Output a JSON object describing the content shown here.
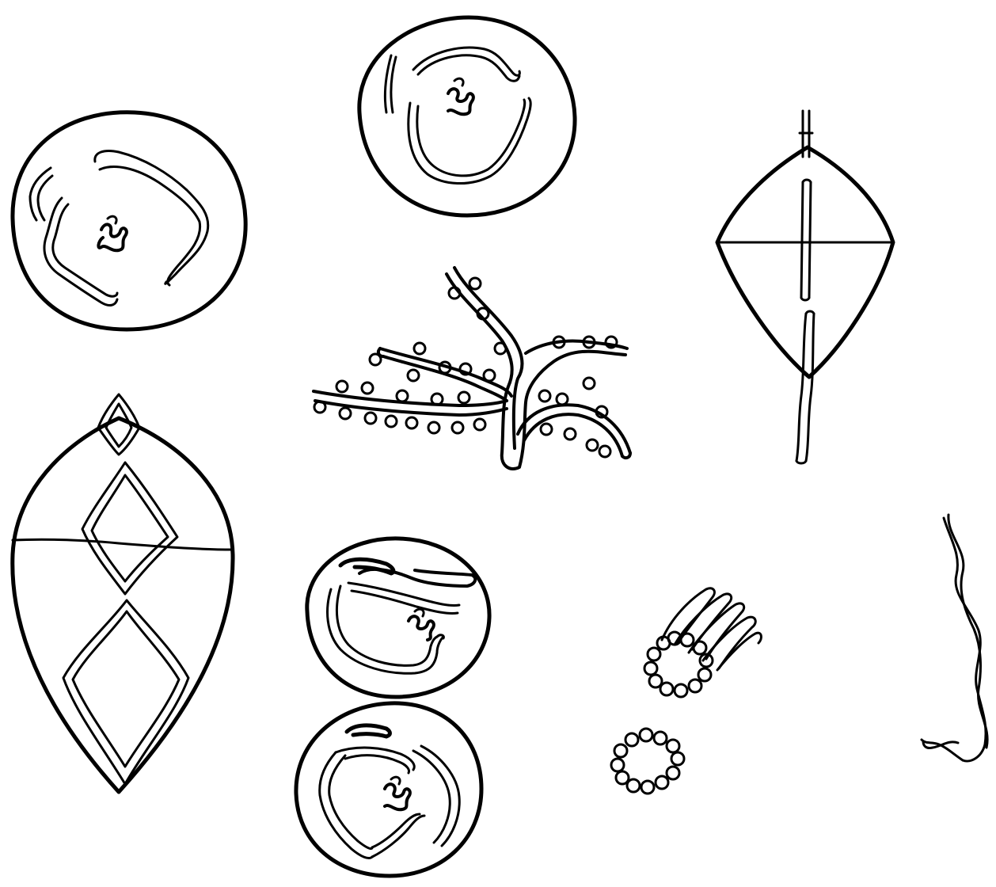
{
  "figure": {
    "ink_color": "#000000",
    "background_color": "#ffffff",
    "panels": [
      {
        "id": "cell-top-left",
        "kind": "round cell with paired threads"
      },
      {
        "id": "cell-top-center",
        "kind": "round cell with paired threads"
      },
      {
        "id": "spindle-right",
        "kind": "spindle with chromatid column"
      },
      {
        "id": "branched-figure",
        "kind": "branched threads with beads"
      },
      {
        "id": "spindle-left",
        "kind": "large spindle with diamond loops"
      },
      {
        "id": "cell-mid-center",
        "kind": "round cell with looped thread"
      },
      {
        "id": "cell-bottom-center",
        "kind": "round cell with paired threads"
      },
      {
        "id": "ring-bundle",
        "kind": "bead ring with strand bundle"
      },
      {
        "id": "small-ring",
        "kind": "bead ring"
      },
      {
        "id": "twisted-strand",
        "kind": "twisted double strand"
      }
    ]
  }
}
